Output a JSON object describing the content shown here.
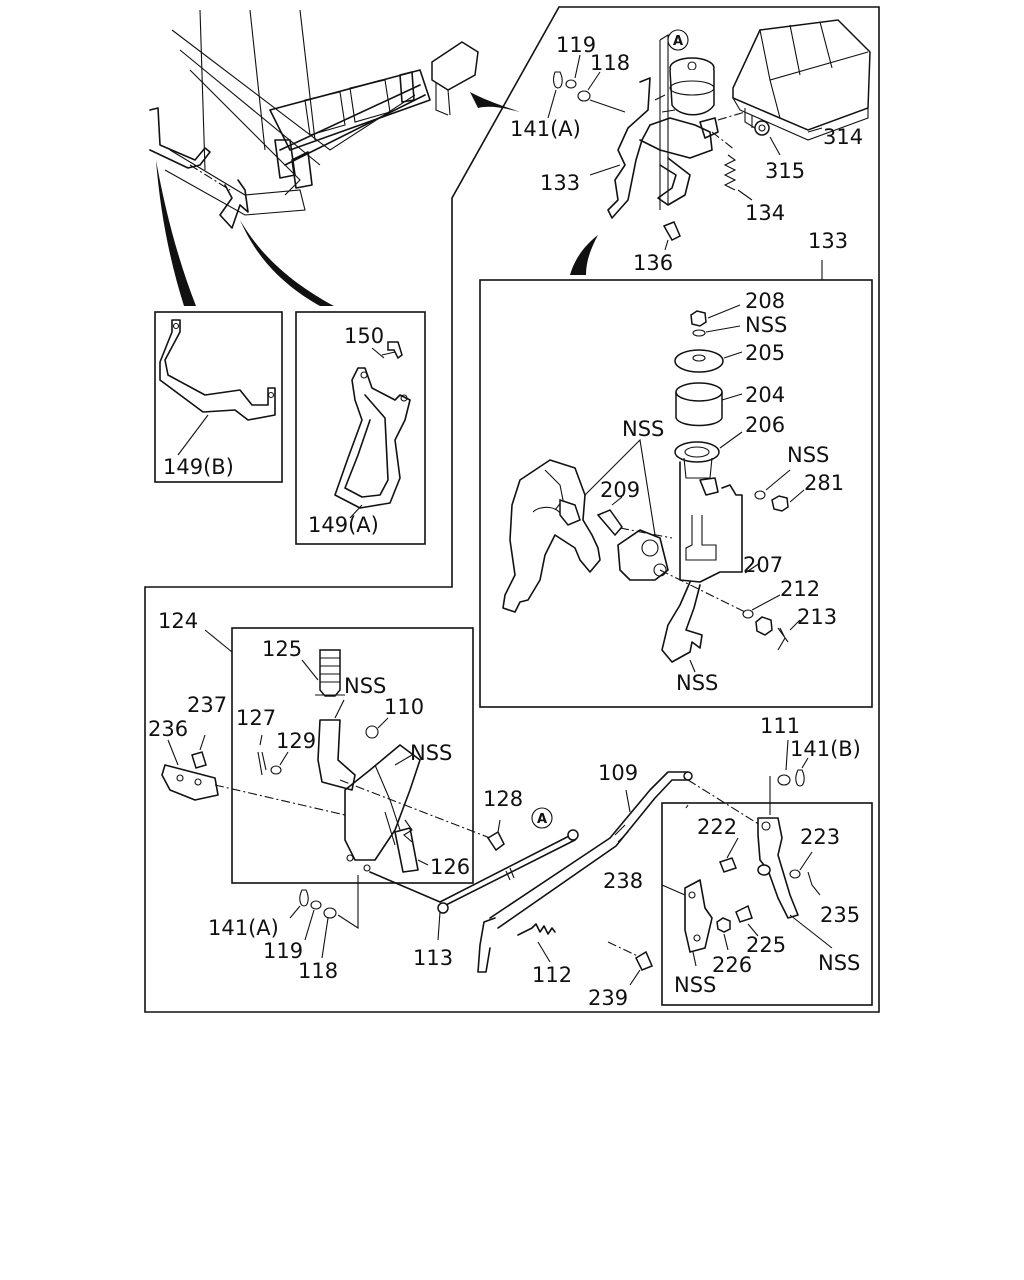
{
  "diagram": {
    "callouts": {
      "c119t": "119",
      "c118t": "118",
      "c141at": "141(A)",
      "c133t": "133",
      "c314": "314",
      "c315": "315",
      "c134": "134",
      "c136": "136",
      "c133b": "133",
      "c208": "208",
      "c205": "205",
      "c204": "204",
      "c206": "206",
      "cnss1": "NSS",
      "cnss2": "NSS",
      "cnss3": "NSS",
      "cnss4": "NSS",
      "c281": "281",
      "c209": "209",
      "c207": "207",
      "c212": "212",
      "c213": "213",
      "c150": "150",
      "c149b": "149(B)",
      "c149a": "149(A)",
      "c124": "124",
      "c125": "125",
      "cnss5": "NSS",
      "c237": "237",
      "c110": "110",
      "c236": "236",
      "c127": "127",
      "c129": "129",
      "cnss6": "NSS",
      "c128": "128",
      "c126": "126",
      "c141a2": "141(A)",
      "c119b": "119",
      "c118b": "118",
      "c113": "113",
      "c112": "112",
      "c109": "109",
      "c111": "111",
      "c141b": "141(B)",
      "c222": "222",
      "c223": "223",
      "c238": "238",
      "c235": "235",
      "c225": "225",
      "c226": "226",
      "cnss7": "NSS",
      "cnss8": "NSS",
      "c239": "239"
    },
    "reference_marks": {
      "ref_a_top": "A",
      "ref_a_bottom": "A"
    }
  }
}
